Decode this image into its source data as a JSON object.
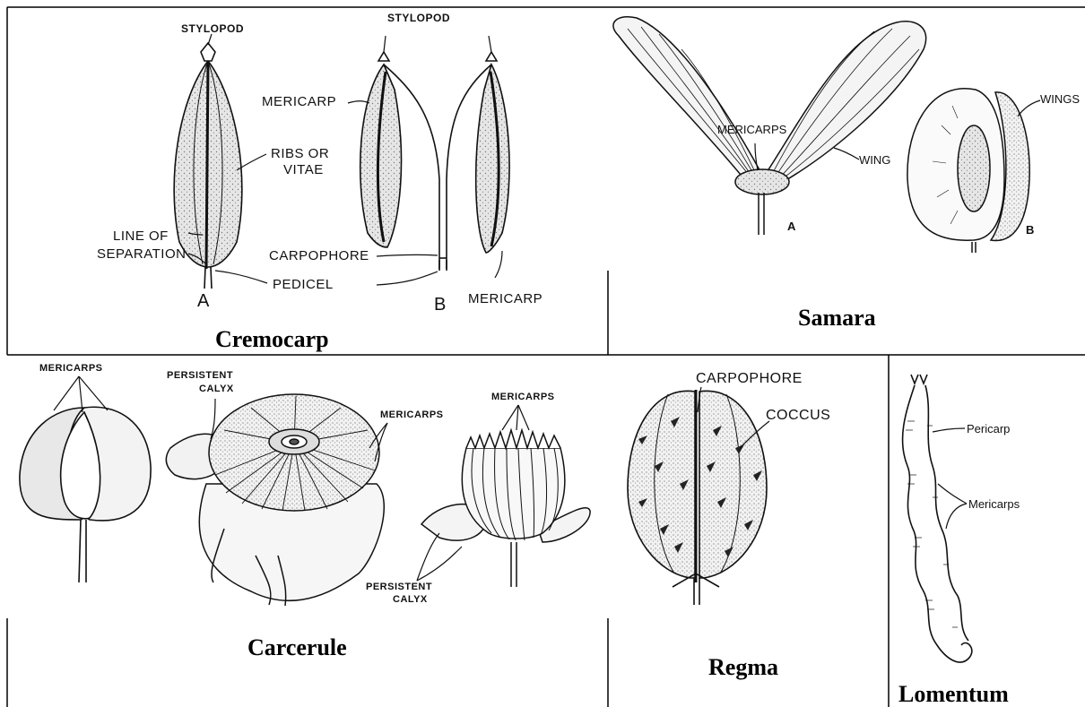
{
  "cremocarp": {
    "title": "Cremocarp",
    "stylopod_a": "STYLOPOD",
    "stylopod_b": "STYLOPOD",
    "mericarp_top": "MERICARP",
    "ribs_1": "RIBS OR",
    "ribs_2": "VITAE",
    "line_1": "LINE OF",
    "line_2": "SEPARATION",
    "carpophore": "CARPOPHORE",
    "pedicel": "PEDICEL",
    "mericarp_bottom": "MERICARP",
    "fig_a": "A",
    "fig_b": "B"
  },
  "samara": {
    "title": "Samara",
    "mericarps": "MERICARPS",
    "wing": "WING",
    "wings": "WINGS",
    "fig_a": "A",
    "fig_b": "B"
  },
  "carcerule": {
    "title": "Carcerule",
    "mericarps_1": "MERICARPS",
    "persistent_calyx_1": "PERSISTENT",
    "persistent_calyx_1b": "CALYX",
    "mericarps_2": "MERICARPS",
    "mericarps_3": "MERICARPS",
    "persistent_calyx_2": "PERSISTENT",
    "persistent_calyx_2b": "CALYX"
  },
  "regma": {
    "title": "Regma",
    "carpophore": "CARPOPHORE",
    "coccus": "COCCUS"
  },
  "lomentum": {
    "title": "Lomentum",
    "pericarp": "Pericarp",
    "mericarps": "Mericarps"
  }
}
